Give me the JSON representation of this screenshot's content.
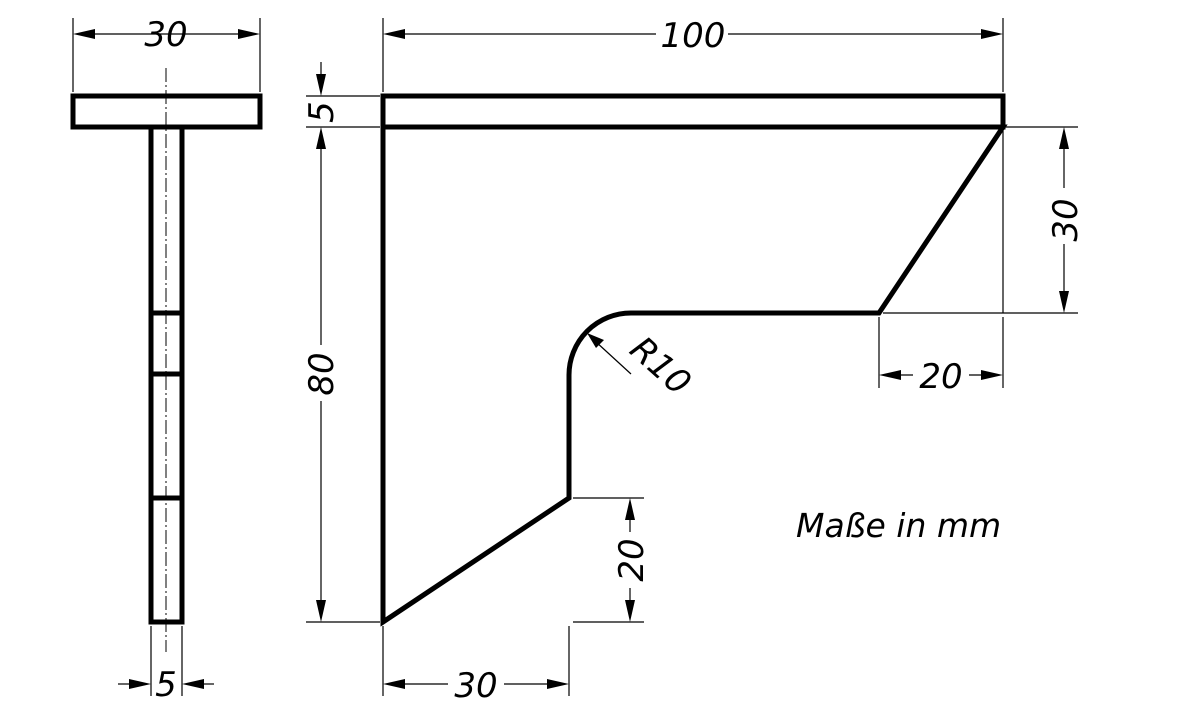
{
  "dimensions": {
    "side_width": "30",
    "side_thickness": "5",
    "total_width": "100",
    "plate_thickness": "5",
    "total_height": "80",
    "chamfer_top_height": "30",
    "chamfer_top_width": "20",
    "radius": "R10",
    "chamfer_bottom_height": "20",
    "bottom_width": "30"
  },
  "note": "Maße in mm"
}
